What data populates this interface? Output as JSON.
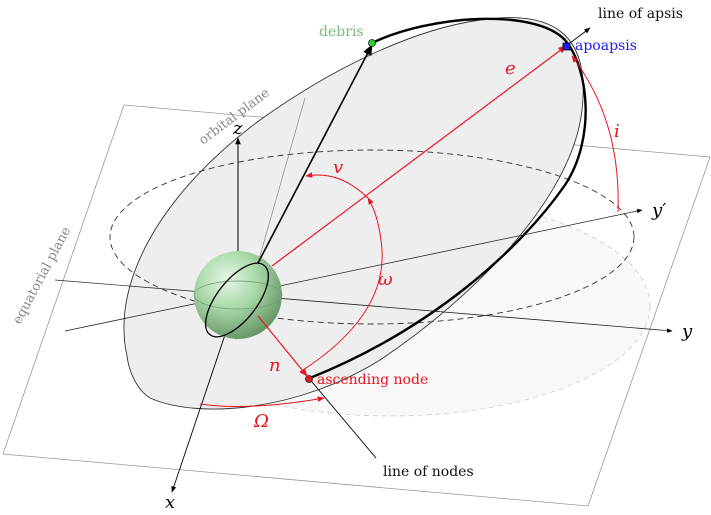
{
  "labels": {
    "debris": "debris",
    "line_of_apsis": "line of apsis",
    "apoapsis": "apoapsis",
    "orbital_plane": "orbital plane",
    "equatorial_plane": "equatorial plane",
    "ascending_node": "ascending node",
    "line_of_nodes": "line of nodes",
    "axis_x": "x",
    "axis_y": "y",
    "axis_y_prime": "y′",
    "axis_z": "z",
    "e": "e",
    "i": "i",
    "v": "v",
    "omega": "ω",
    "Omega": "Ω",
    "n": "n"
  },
  "colors": {
    "red": "#e8141e",
    "blue": "#1a1aee",
    "green": "#2bd32b",
    "debris_label": "#77bb77",
    "gray_label": "#888888",
    "orbit_fill": "#eeeeee",
    "sphere": "#9fd49f"
  }
}
